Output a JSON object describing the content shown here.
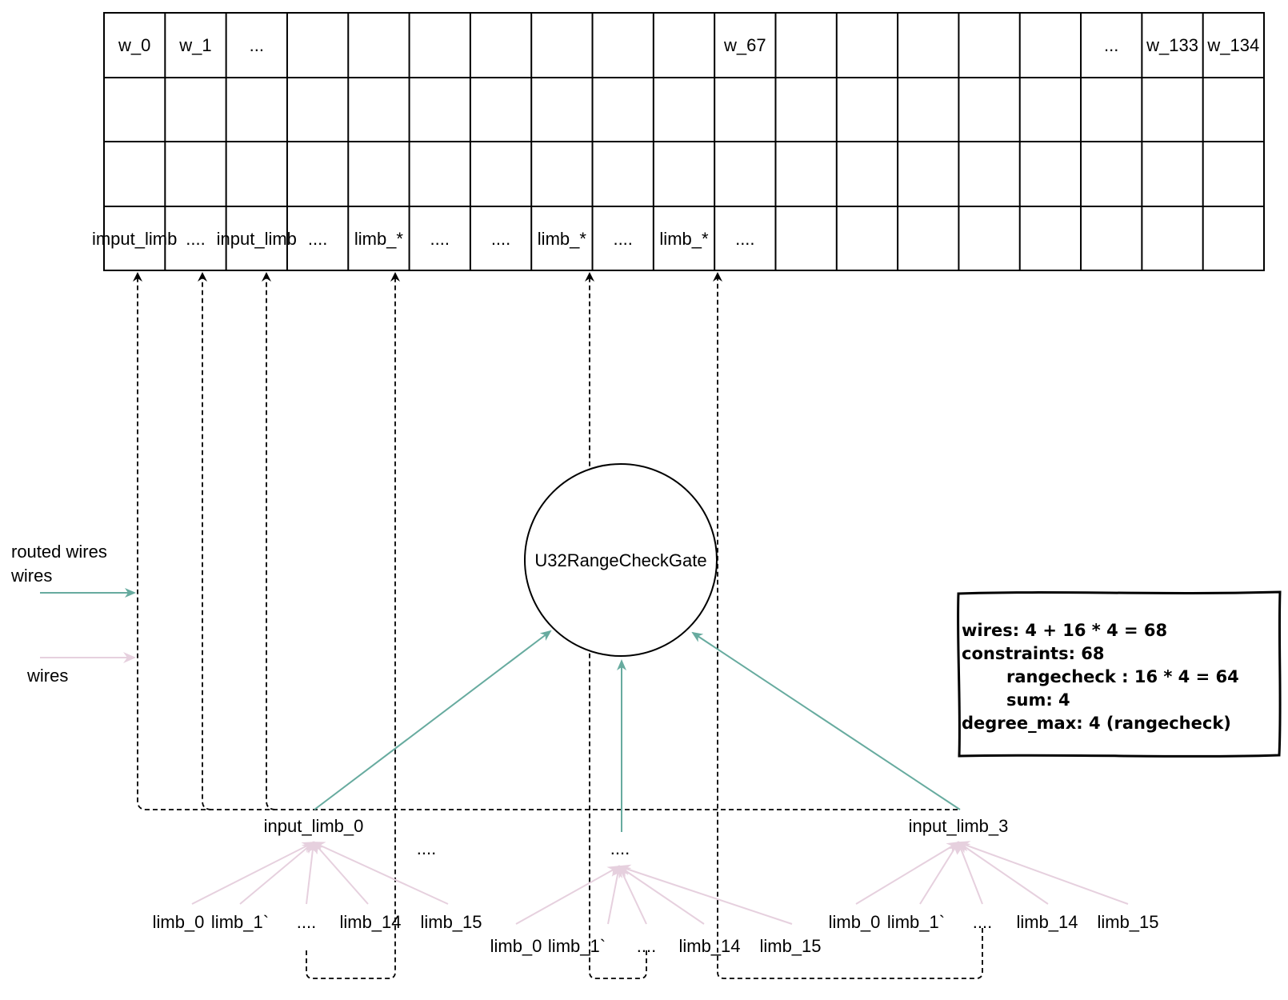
{
  "table": {
    "header_cells": [
      "w_0",
      "w_1",
      "...",
      "",
      "",
      "",
      "",
      "",
      "",
      "",
      "w_67",
      "",
      "",
      "",
      "",
      "",
      "...",
      "w_133",
      "w_134"
    ],
    "bottom_cells": [
      "imput_limb",
      "....",
      "input_limb",
      "....",
      "limb_*",
      "....",
      "....",
      "limb_*",
      "....",
      "limb_*",
      "....",
      "",
      "",
      "",
      "",
      "",
      "",
      "",
      ""
    ]
  },
  "gate": {
    "label": "U32RangeCheckGate"
  },
  "legend": {
    "routed_label_line1": "routed wires",
    "routed_label_line2": "wires",
    "wires_label": "wires"
  },
  "colors": {
    "routed": "#67ab9f",
    "wires": "#e6d0de"
  },
  "groups": {
    "left": {
      "label": "input_limb_0",
      "limbs": [
        "limb_0",
        "limb_1`",
        "....",
        "limb_14",
        "limb_15"
      ]
    },
    "gap": {
      "label": "...."
    },
    "middle": {
      "label": "....",
      "limbs": [
        "limb_0",
        "limb_1`",
        "....",
        "limb_14",
        "limb_15"
      ]
    },
    "right": {
      "label": "input_limb_3",
      "limbs": [
        "limb_0",
        "limb_1`",
        "....",
        "limb_14",
        "limb_15"
      ]
    }
  },
  "summary": {
    "lines": [
      "wires: 4 + 16 * 4 = 68",
      "constraints: 68",
      "rangecheck : 16 * 4 = 64",
      "sum: 4",
      "degree_max: 4 (rangecheck)"
    ]
  }
}
